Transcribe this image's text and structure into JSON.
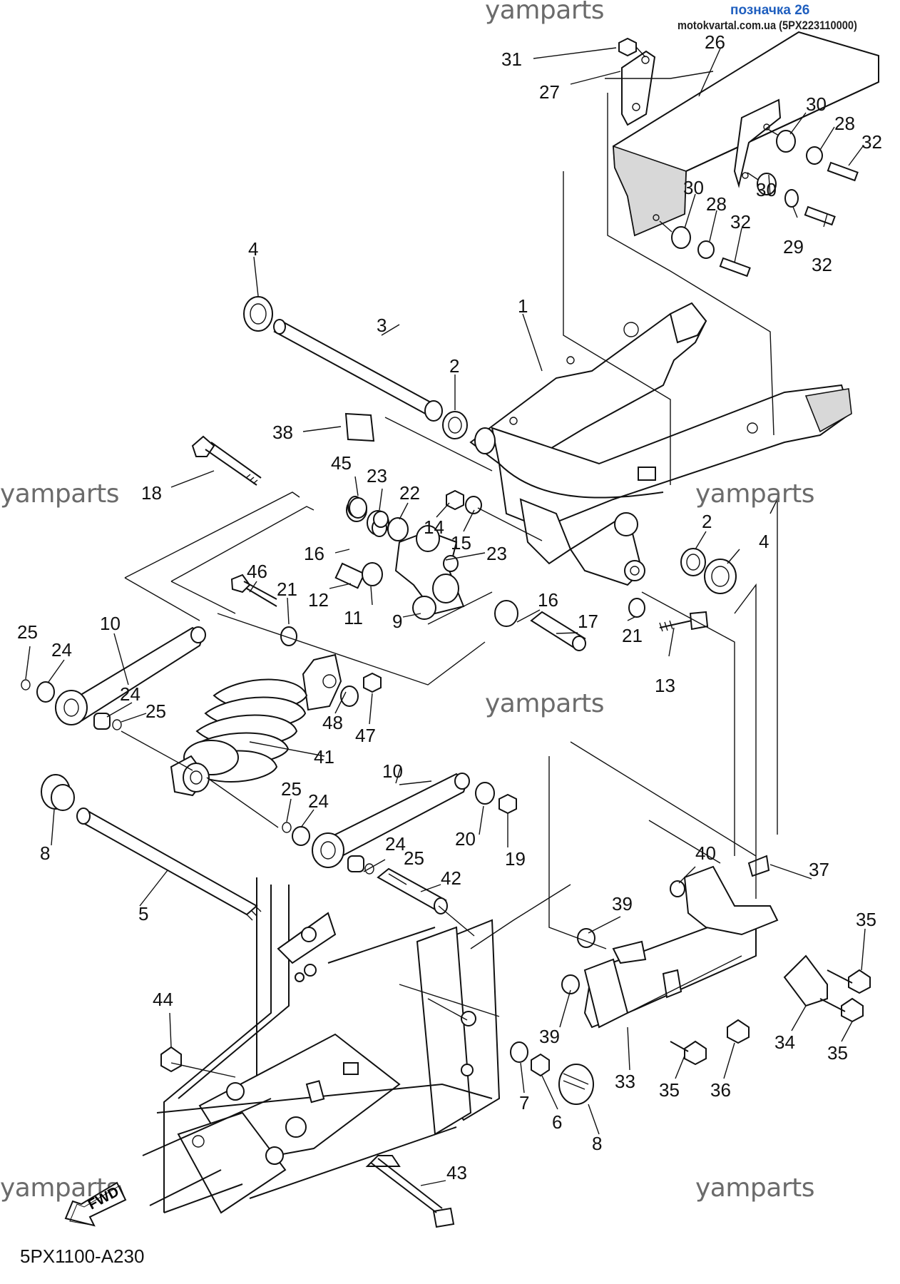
{
  "header": {
    "marker": "позначка 26",
    "source": "motokvartal.com.ua (5PX223110000)"
  },
  "watermark": "yamparts",
  "diagram_code": "5PX1100-A230",
  "fwd_label": "FWD",
  "labels": [
    {
      "id": "l31",
      "text": "31"
    },
    {
      "id": "l27",
      "text": "27"
    },
    {
      "id": "l26",
      "text": "26"
    },
    {
      "id": "l30a",
      "text": "30"
    },
    {
      "id": "l28a",
      "text": "28"
    },
    {
      "id": "l32a",
      "text": "32"
    },
    {
      "id": "l30b",
      "text": "30"
    },
    {
      "id": "l28b",
      "text": "28"
    },
    {
      "id": "l32b",
      "text": "32"
    },
    {
      "id": "l30c",
      "text": "30"
    },
    {
      "id": "l29",
      "text": "29"
    },
    {
      "id": "l32c",
      "text": "32"
    },
    {
      "id": "l4a",
      "text": "4"
    },
    {
      "id": "l3",
      "text": "3"
    },
    {
      "id": "l1",
      "text": "1"
    },
    {
      "id": "l2a",
      "text": "2"
    },
    {
      "id": "l38",
      "text": "38"
    },
    {
      "id": "l18",
      "text": "18"
    },
    {
      "id": "l45",
      "text": "45"
    },
    {
      "id": "l23a",
      "text": "23"
    },
    {
      "id": "l22",
      "text": "22"
    },
    {
      "id": "l14",
      "text": "14"
    },
    {
      "id": "l15",
      "text": "15"
    },
    {
      "id": "l23b",
      "text": "23"
    },
    {
      "id": "l16a",
      "text": "16"
    },
    {
      "id": "l2b",
      "text": "2"
    },
    {
      "id": "l4b",
      "text": "4"
    },
    {
      "id": "l46",
      "text": "46"
    },
    {
      "id": "l21a",
      "text": "21"
    },
    {
      "id": "l12",
      "text": "12"
    },
    {
      "id": "l11",
      "text": "11"
    },
    {
      "id": "l16b",
      "text": "16"
    },
    {
      "id": "l17",
      "text": "17"
    },
    {
      "id": "l9",
      "text": "9"
    },
    {
      "id": "l21b",
      "text": "21"
    },
    {
      "id": "l13",
      "text": "13"
    },
    {
      "id": "l25a",
      "text": "25"
    },
    {
      "id": "l24a",
      "text": "24"
    },
    {
      "id": "l10a",
      "text": "10"
    },
    {
      "id": "l24b",
      "text": "24"
    },
    {
      "id": "l25b",
      "text": "25"
    },
    {
      "id": "l48",
      "text": "48"
    },
    {
      "id": "l47",
      "text": "47"
    },
    {
      "id": "l41",
      "text": "41"
    },
    {
      "id": "l10b",
      "text": "10"
    },
    {
      "id": "l25c",
      "text": "25"
    },
    {
      "id": "l24c",
      "text": "24"
    },
    {
      "id": "l20",
      "text": "20"
    },
    {
      "id": "l19",
      "text": "19"
    },
    {
      "id": "l8a",
      "text": "8"
    },
    {
      "id": "l24d",
      "text": "24"
    },
    {
      "id": "l25d",
      "text": "25"
    },
    {
      "id": "l42",
      "text": "42"
    },
    {
      "id": "l5",
      "text": "5"
    },
    {
      "id": "l40",
      "text": "40"
    },
    {
      "id": "l37",
      "text": "37"
    },
    {
      "id": "l39a",
      "text": "39"
    },
    {
      "id": "l35a",
      "text": "35"
    },
    {
      "id": "l44",
      "text": "44"
    },
    {
      "id": "l39b",
      "text": "39"
    },
    {
      "id": "l34",
      "text": "34"
    },
    {
      "id": "l35b",
      "text": "35"
    },
    {
      "id": "l7",
      "text": "7"
    },
    {
      "id": "l6",
      "text": "6"
    },
    {
      "id": "l33",
      "text": "33"
    },
    {
      "id": "l35c",
      "text": "35"
    },
    {
      "id": "l36",
      "text": "36"
    },
    {
      "id": "l8b",
      "text": "8"
    },
    {
      "id": "l43",
      "text": "43"
    }
  ]
}
